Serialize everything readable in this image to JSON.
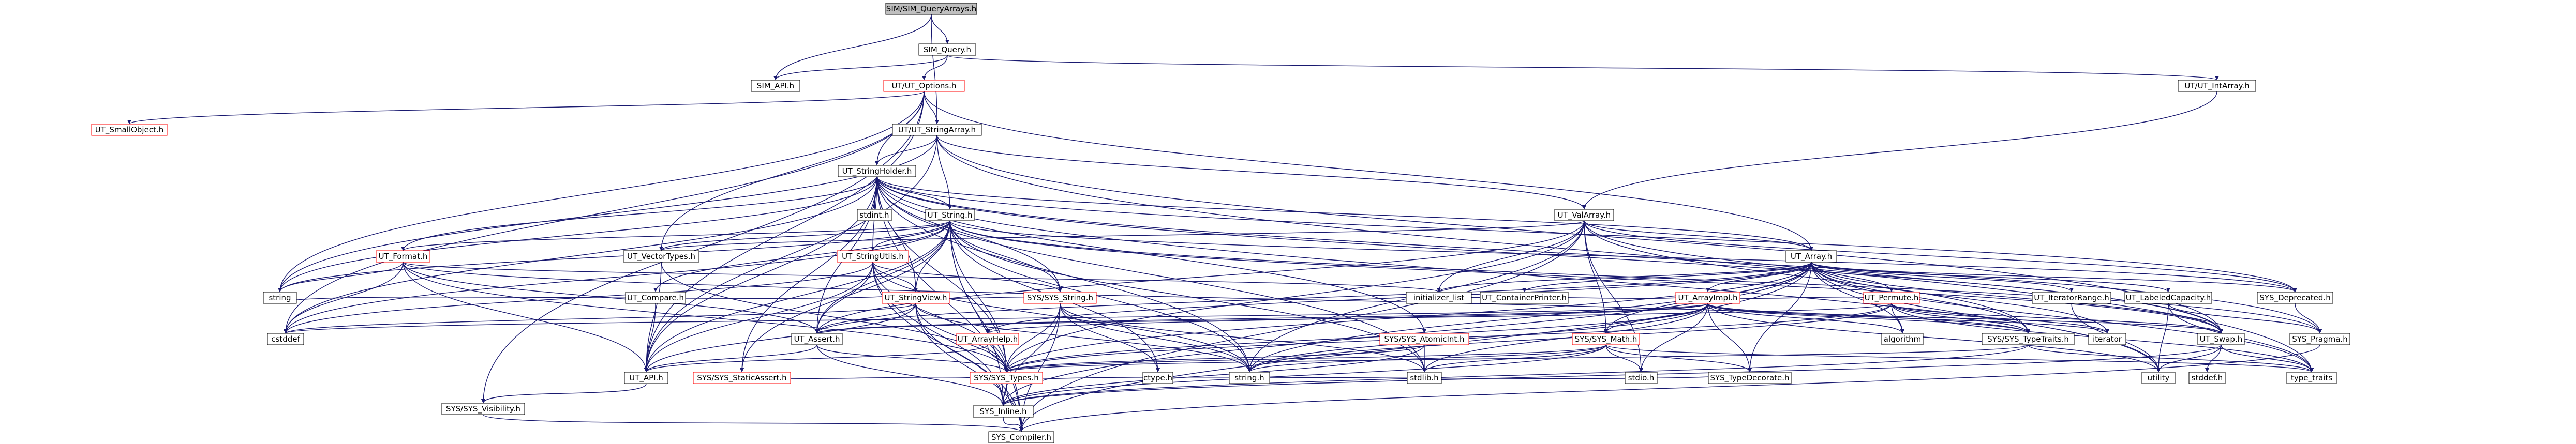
{
  "colors": {
    "edge": "#191970",
    "node_border": "#000000",
    "node_border_linked": "#bfbfbf",
    "node_fill": "#ffffff",
    "root_fill": "#bfbfbf",
    "text": "#000000",
    "text_truncated": "#ff0000"
  },
  "nodes": [
    {
      "id": "root",
      "label": "SIM/SIM_QueryArrays.h",
      "style": "root"
    },
    {
      "id": "sim_query",
      "label": "SIM_Query.h",
      "style": "normal"
    },
    {
      "id": "sim_api",
      "label": "SIM_API.h",
      "style": "normal"
    },
    {
      "id": "ut_options",
      "label": "UT/UT_Options.h",
      "style": "truncated"
    },
    {
      "id": "ut_intarray",
      "label": "UT/UT_IntArray.h",
      "style": "normal"
    },
    {
      "id": "ut_smallobject",
      "label": "UT_SmallObject.h",
      "style": "truncated"
    },
    {
      "id": "ut_stringarray",
      "label": "UT/UT_StringArray.h",
      "style": "normal"
    },
    {
      "id": "ut_stringholder",
      "label": "UT_StringHolder.h",
      "style": "normal"
    },
    {
      "id": "stdint",
      "label": "stdint.h",
      "style": "normal"
    },
    {
      "id": "ut_string",
      "label": "UT_String.h",
      "style": "normal"
    },
    {
      "id": "ut_valarray",
      "label": "UT_ValArray.h",
      "style": "normal"
    },
    {
      "id": "ut_array",
      "label": "UT_Array.h",
      "style": "normal"
    },
    {
      "id": "ut_format",
      "label": "UT_Format.h",
      "style": "truncated"
    },
    {
      "id": "ut_vectortypes",
      "label": "UT_VectorTypes.h",
      "style": "normal"
    },
    {
      "id": "ut_stringutils",
      "label": "UT_StringUtils.h",
      "style": "truncated"
    },
    {
      "id": "ut_stringview",
      "label": "UT_StringView.h",
      "style": "truncated"
    },
    {
      "id": "initializer_list",
      "label": "initializer_list",
      "style": "normal"
    },
    {
      "id": "ut_containerprinter",
      "label": "UT_ContainerPrinter.h",
      "style": "normal"
    },
    {
      "id": "ut_arrayimpl",
      "label": "UT_ArrayImpl.h",
      "style": "truncated"
    },
    {
      "id": "ut_permute",
      "label": "UT_Permute.h",
      "style": "truncated"
    },
    {
      "id": "ut_iteratorrange",
      "label": "UT_IteratorRange.h",
      "style": "normal"
    },
    {
      "id": "ut_labeledcapacity",
      "label": "UT_LabeledCapacity.h",
      "style": "normal"
    },
    {
      "id": "sys_deprecated",
      "label": "SYS_Deprecated.h",
      "style": "normal"
    },
    {
      "id": "string",
      "label": "string",
      "style": "normal"
    },
    {
      "id": "cstddef",
      "label": "cstddef",
      "style": "normal"
    },
    {
      "id": "ut_compare",
      "label": "UT_Compare.h",
      "style": "normal"
    },
    {
      "id": "ut_assert",
      "label": "UT_Assert.h",
      "style": "normal"
    },
    {
      "id": "ut_arrayhelp",
      "label": "UT_ArrayHelp.h",
      "style": "truncated"
    },
    {
      "id": "sys_string",
      "label": "SYS/SYS_String.h",
      "style": "truncated"
    },
    {
      "id": "sys_atomicint",
      "label": "SYS/SYS_AtomicInt.h",
      "style": "truncated"
    },
    {
      "id": "sys_math",
      "label": "SYS/SYS_Math.h",
      "style": "truncated"
    },
    {
      "id": "algorithm",
      "label": "algorithm",
      "style": "normal"
    },
    {
      "id": "sys_typetraits",
      "label": "SYS/SYS_TypeTraits.h",
      "style": "normal"
    },
    {
      "id": "iterator",
      "label": "iterator",
      "style": "normal"
    },
    {
      "id": "ut_swap",
      "label": "UT_Swap.h",
      "style": "normal"
    },
    {
      "id": "sys_pragma",
      "label": "SYS_Pragma.h",
      "style": "normal"
    },
    {
      "id": "ut_api",
      "label": "UT_API.h",
      "style": "normal"
    },
    {
      "id": "sys_staticassert",
      "label": "SYS/SYS_StaticAssert.h",
      "style": "truncated"
    },
    {
      "id": "sys_types",
      "label": "SYS/SYS_Types.h",
      "style": "truncated"
    },
    {
      "id": "ctype",
      "label": "ctype.h",
      "style": "normal"
    },
    {
      "id": "string_h",
      "label": "string.h",
      "style": "normal"
    },
    {
      "id": "stdlib",
      "label": "stdlib.h",
      "style": "normal"
    },
    {
      "id": "stdio",
      "label": "stdio.h",
      "style": "normal"
    },
    {
      "id": "sys_typedecorate",
      "label": "SYS_TypeDecorate.h",
      "style": "normal"
    },
    {
      "id": "utility",
      "label": "utility",
      "style": "normal"
    },
    {
      "id": "stddef",
      "label": "stddef.h",
      "style": "normal"
    },
    {
      "id": "type_traits",
      "label": "type_traits",
      "style": "normal"
    },
    {
      "id": "sys_visibility",
      "label": "SYS/SYS_Visibility.h",
      "style": "normal"
    },
    {
      "id": "sys_inline",
      "label": "SYS_Inline.h",
      "style": "normal"
    },
    {
      "id": "sys_compiler",
      "label": "SYS_Compiler.h",
      "style": "normal"
    }
  ],
  "edges": [
    [
      "root",
      "sim_query"
    ],
    [
      "root",
      "sim_api"
    ],
    [
      "root",
      "ut_stringarray"
    ],
    [
      "sim_query",
      "sim_api"
    ],
    [
      "sim_query",
      "ut_options"
    ],
    [
      "sim_query",
      "ut_intarray"
    ],
    [
      "ut_options",
      "ut_api"
    ],
    [
      "ut_options",
      "ut_smallobject"
    ],
    [
      "ut_options",
      "ut_stringarray"
    ],
    [
      "ut_options",
      "ut_stringholder"
    ],
    [
      "ut_options",
      "ut_vectortypes"
    ],
    [
      "ut_options",
      "ut_array"
    ],
    [
      "ut_options",
      "string"
    ],
    [
      "ut_options",
      "sys_visibility"
    ],
    [
      "ut_options",
      "cstddef"
    ],
    [
      "ut_intarray",
      "ut_valarray"
    ],
    [
      "ut_stringarray",
      "ut_stringholder"
    ],
    [
      "ut_stringarray",
      "ut_string"
    ],
    [
      "ut_stringarray",
      "ut_valarray"
    ],
    [
      "ut_stringarray",
      "ut_api"
    ],
    [
      "ut_stringarray",
      "ut_swap"
    ],
    [
      "ut_stringarray",
      "string"
    ],
    [
      "ut_stringarray",
      "type_traits"
    ],
    [
      "ut_stringholder",
      "stdint"
    ],
    [
      "ut_stringholder",
      "ut_string"
    ],
    [
      "ut_stringholder",
      "ut_array"
    ],
    [
      "ut_stringholder",
      "ut_format"
    ],
    [
      "ut_stringholder",
      "ut_stringutils"
    ],
    [
      "ut_stringholder",
      "ut_assert"
    ],
    [
      "ut_stringholder",
      "ut_api"
    ],
    [
      "ut_stringholder",
      "ut_swap"
    ],
    [
      "ut_stringholder",
      "sys_compiler"
    ],
    [
      "ut_stringholder",
      "sys_atomicint"
    ],
    [
      "ut_stringholder",
      "sys_string"
    ],
    [
      "ut_stringholder",
      "sys_types"
    ],
    [
      "ut_stringholder",
      "sys_staticassert"
    ],
    [
      "ut_stringholder",
      "ut_stringview"
    ],
    [
      "ut_stringholder",
      "string"
    ],
    [
      "ut_stringholder",
      "cstddef"
    ],
    [
      "ut_stringholder",
      "stdlib"
    ],
    [
      "ut_stringholder",
      "string_h"
    ],
    [
      "ut_stringholder",
      "sys_pragma"
    ],
    [
      "ut_stringholder",
      "sys_deprecated"
    ],
    [
      "ut_stringholder",
      "utility"
    ],
    [
      "ut_string",
      "ut_api"
    ],
    [
      "ut_string",
      "ut_assert"
    ],
    [
      "ut_string",
      "ut_compare"
    ],
    [
      "ut_string",
      "ut_format"
    ],
    [
      "ut_string",
      "ut_stringutils"
    ],
    [
      "ut_string",
      "ut_stringview"
    ],
    [
      "ut_string",
      "sys_types"
    ],
    [
      "ut_string",
      "sys_string"
    ],
    [
      "ut_string",
      "sys_deprecated"
    ],
    [
      "ut_string",
      "sys_inline"
    ],
    [
      "ut_string",
      "sys_compiler"
    ],
    [
      "ut_string",
      "string"
    ],
    [
      "ut_string",
      "cstddef"
    ],
    [
      "ut_string",
      "ctype"
    ],
    [
      "ut_string",
      "string_h"
    ],
    [
      "ut_string",
      "stdlib"
    ],
    [
      "ut_string",
      "ut_vectortypes"
    ],
    [
      "ut_string",
      "sys_staticassert"
    ],
    [
      "ut_string",
      "ut_swap"
    ],
    [
      "ut_string",
      "sys_pragma"
    ],
    [
      "ut_valarray",
      "ut_array"
    ],
    [
      "ut_valarray",
      "ut_vectortypes"
    ],
    [
      "ut_valarray",
      "sys_compiler"
    ],
    [
      "ut_valarray",
      "sys_types"
    ],
    [
      "ut_valarray",
      "sys_typetraits"
    ],
    [
      "ut_valarray",
      "sys_math"
    ],
    [
      "ut_valarray",
      "initializer_list"
    ],
    [
      "ut_valarray",
      "stdio"
    ],
    [
      "ut_valarray",
      "string_h"
    ],
    [
      "ut_valarray",
      "ut_assert"
    ],
    [
      "ut_valarray",
      "ut_swap"
    ],
    [
      "ut_valarray",
      "sys_deprecated"
    ],
    [
      "ut_array",
      "ut_arrayhelp"
    ],
    [
      "ut_array",
      "ut_assert"
    ],
    [
      "ut_array",
      "ut_containerprinter"
    ],
    [
      "ut_array",
      "ut_iteratorrange"
    ],
    [
      "ut_array",
      "ut_labeledcapacity"
    ],
    [
      "ut_array",
      "ut_permute"
    ],
    [
      "ut_array",
      "ut_swap"
    ],
    [
      "ut_array",
      "sys_compiler"
    ],
    [
      "ut_array",
      "sys_deprecated"
    ],
    [
      "ut_array",
      "sys_inline"
    ],
    [
      "ut_array",
      "sys_math"
    ],
    [
      "ut_array",
      "sys_types"
    ],
    [
      "ut_array",
      "sys_typetraits"
    ],
    [
      "ut_array",
      "algorithm"
    ],
    [
      "ut_array",
      "initializer_list"
    ],
    [
      "ut_array",
      "iterator"
    ],
    [
      "ut_array",
      "type_traits"
    ],
    [
      "ut_array",
      "utility"
    ],
    [
      "ut_array",
      "string_h"
    ],
    [
      "ut_array",
      "ut_arrayimpl"
    ],
    [
      "ut_array",
      "sys_typedecorate"
    ],
    [
      "ut_arrayimpl",
      "ut_arrayhelp"
    ],
    [
      "ut_arrayimpl",
      "ut_assert"
    ],
    [
      "ut_arrayimpl",
      "ut_permute"
    ],
    [
      "ut_arrayimpl",
      "ut_swap"
    ],
    [
      "ut_arrayimpl",
      "sys_math"
    ],
    [
      "ut_arrayimpl",
      "sys_typetraits"
    ],
    [
      "ut_arrayimpl",
      "algorithm"
    ],
    [
      "ut_arrayimpl",
      "iterator"
    ],
    [
      "ut_arrayimpl",
      "string_h"
    ],
    [
      "ut_arrayimpl",
      "stdio"
    ],
    [
      "ut_arrayimpl",
      "utility"
    ],
    [
      "ut_arrayimpl",
      "sys_typedecorate"
    ],
    [
      "ut_arrayimpl",
      "stdlib"
    ],
    [
      "ut_arrayimpl",
      "sys_types"
    ],
    [
      "ut_arrayimpl",
      "cstddef"
    ],
    [
      "ut_arrayimpl",
      "initializer_list"
    ],
    [
      "ut_permute",
      "ut_assert"
    ],
    [
      "ut_permute",
      "ut_swap"
    ],
    [
      "ut_permute",
      "sys_types"
    ],
    [
      "ut_permute",
      "algorithm"
    ],
    [
      "ut_permute",
      "iterator"
    ],
    [
      "ut_permute",
      "type_traits"
    ],
    [
      "ut_permute",
      "string_h"
    ],
    [
      "ut_permute",
      "sys_typetraits"
    ],
    [
      "ut_iteratorrange",
      "utility"
    ],
    [
      "ut_labeledcapacity",
      "sys_pragma"
    ],
    [
      "ut_labeledcapacity",
      "utility"
    ],
    [
      "ut_labeledcapacity",
      "type_traits"
    ],
    [
      "sys_deprecated",
      "sys_pragma"
    ],
    [
      "ut_format",
      "ut_api"
    ],
    [
      "ut_format",
      "string"
    ],
    [
      "ut_format",
      "initializer_list"
    ],
    [
      "ut_format",
      "cstddef"
    ],
    [
      "ut_format",
      "sys_types"
    ],
    [
      "ut_format",
      "sys_typetraits"
    ],
    [
      "ut_format",
      "ut_assert"
    ],
    [
      "ut_vectortypes",
      "ut_api"
    ],
    [
      "ut_vectortypes",
      "sys_types"
    ],
    [
      "ut_stringutils",
      "ut_api"
    ],
    [
      "ut_stringutils",
      "ut_assert"
    ],
    [
      "ut_stringutils",
      "ut_stringview"
    ],
    [
      "ut_stringutils",
      "sys_string"
    ],
    [
      "ut_stringutils",
      "sys_types"
    ],
    [
      "ut_stringutils",
      "sys_inline"
    ],
    [
      "ut_stringutils",
      "sys_compiler"
    ],
    [
      "ut_stringutils",
      "string_h"
    ],
    [
      "ut_stringutils",
      "cstddef"
    ],
    [
      "ut_stringview",
      "ut_api"
    ],
    [
      "ut_stringview",
      "ut_assert"
    ],
    [
      "ut_stringview",
      "sys_string"
    ],
    [
      "ut_stringview",
      "sys_types"
    ],
    [
      "ut_stringview",
      "sys_inline"
    ],
    [
      "ut_stringview",
      "sys_compiler"
    ],
    [
      "ut_stringview",
      "string_h"
    ],
    [
      "ut_stringview",
      "cstddef"
    ],
    [
      "ut_stringview",
      "string"
    ],
    [
      "ut_compare",
      "ut_api"
    ],
    [
      "ut_assert",
      "ut_api"
    ],
    [
      "ut_assert",
      "sys_types"
    ],
    [
      "ut_assert",
      "sys_inline"
    ],
    [
      "ut_arrayhelp",
      "ut_api"
    ],
    [
      "ut_arrayhelp",
      "sys_types"
    ],
    [
      "sys_string",
      "sys_types"
    ],
    [
      "sys_string",
      "sys_inline"
    ],
    [
      "sys_string",
      "ctype"
    ],
    [
      "sys_string",
      "string_h"
    ],
    [
      "sys_string",
      "stdlib"
    ],
    [
      "sys_string",
      "sys_compiler"
    ],
    [
      "sys_atomicint",
      "sys_types"
    ],
    [
      "sys_atomicint",
      "sys_inline"
    ],
    [
      "sys_atomicint",
      "stdlib"
    ],
    [
      "sys_math",
      "sys_types"
    ],
    [
      "sys_math",
      "sys_inline"
    ],
    [
      "sys_math",
      "stdlib"
    ],
    [
      "sys_math",
      "string_h"
    ],
    [
      "sys_math",
      "stdio"
    ],
    [
      "sys_math",
      "type_traits"
    ],
    [
      "sys_math",
      "sys_typedecorate"
    ],
    [
      "sys_typetraits",
      "sys_types"
    ],
    [
      "sys_typetraits",
      "sys_inline"
    ],
    [
      "sys_typetraits",
      "type_traits"
    ],
    [
      "ut_swap",
      "sys_inline"
    ],
    [
      "ut_swap",
      "stddef"
    ],
    [
      "ut_swap",
      "type_traits"
    ],
    [
      "ut_swap",
      "utility"
    ],
    [
      "sys_pragma",
      "sys_compiler"
    ],
    [
      "ut_api",
      "sys_visibility"
    ],
    [
      "sys_staticassert",
      "sys_types"
    ],
    [
      "sys_types",
      "sys_inline"
    ],
    [
      "sys_types",
      "sys_compiler"
    ],
    [
      "sys_visibility",
      "sys_compiler"
    ],
    [
      "sys_inline",
      "sys_compiler"
    ],
    [
      "sys_typedecorate",
      "sys_types"
    ]
  ]
}
